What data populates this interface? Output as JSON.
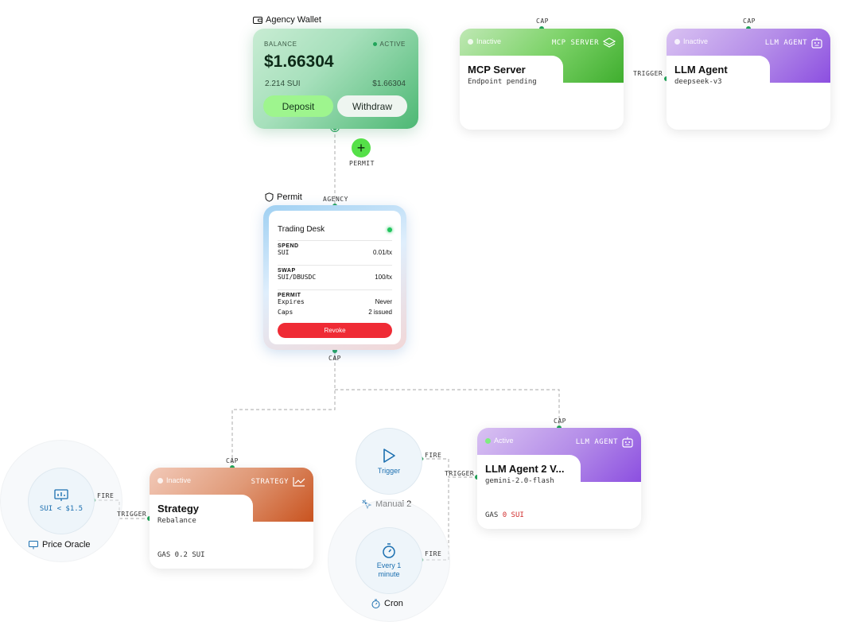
{
  "wallet": {
    "title": "Agency Wallet",
    "balance_label": "BALANCE",
    "status": "ACTIVE",
    "amount": "$1.66304",
    "sui": "2.214 SUI",
    "usd": "$1.66304",
    "deposit_label": "Deposit",
    "withdraw_label": "Withdraw"
  },
  "permit_node": {
    "add_label": "PERMIT",
    "title": "Permit",
    "agency_port": "AGENCY",
    "cap_port": "CAP",
    "name": "Trading Desk",
    "spend_header": "SPEND",
    "spend_asset": "SUI",
    "spend_value": "0.01/tx",
    "swap_header": "SWAP",
    "swap_pair": "SUI/DBUSDC",
    "swap_value": "100/tx",
    "permit_header": "PERMIT",
    "expires_label": "Expires",
    "expires_value": "Never",
    "caps_label": "Caps",
    "caps_value": "2 issued",
    "revoke_label": "Revoke"
  },
  "mcp": {
    "cap_port": "CAP",
    "status": "Inactive",
    "kind": "MCP SERVER",
    "title": "MCP Server",
    "subtitle": "Endpoint pending"
  },
  "llm1": {
    "cap_port": "CAP",
    "trigger_port": "TRIGGER",
    "status": "Inactive",
    "kind": "LLM AGENT",
    "title": "LLM Agent",
    "subtitle": "deepseek-v3"
  },
  "strategy": {
    "cap_port": "CAP",
    "trigger_port": "TRIGGER",
    "status": "Inactive",
    "kind": "STRATEGY",
    "title": "Strategy",
    "subtitle": "Rebalance",
    "gas": "GAS 0.2 SUI"
  },
  "llm2": {
    "cap_port": "CAP",
    "trigger_port": "TRIGGER",
    "status": "Active",
    "kind": "LLM AGENT",
    "title": "LLM Agent 2 V...",
    "subtitle": "gemini-2.0-flash",
    "gas_label": "GAS",
    "gas_value": "0 SUI"
  },
  "oracle": {
    "condition": "SUI < $1.5",
    "fire_port": "FIRE",
    "caption": "Price Oracle"
  },
  "manual": {
    "label": "Trigger",
    "fire_port": "FIRE",
    "caption": "Manual 2"
  },
  "cron": {
    "label_line1": "Every 1",
    "label_line2": "minute",
    "fire_port": "FIRE",
    "caption": "Cron"
  },
  "colors": {
    "port": "#22a55a",
    "wire": "#b8b8b8",
    "accent_blue": "#1b6fb0",
    "danger": "#ef2b35"
  }
}
